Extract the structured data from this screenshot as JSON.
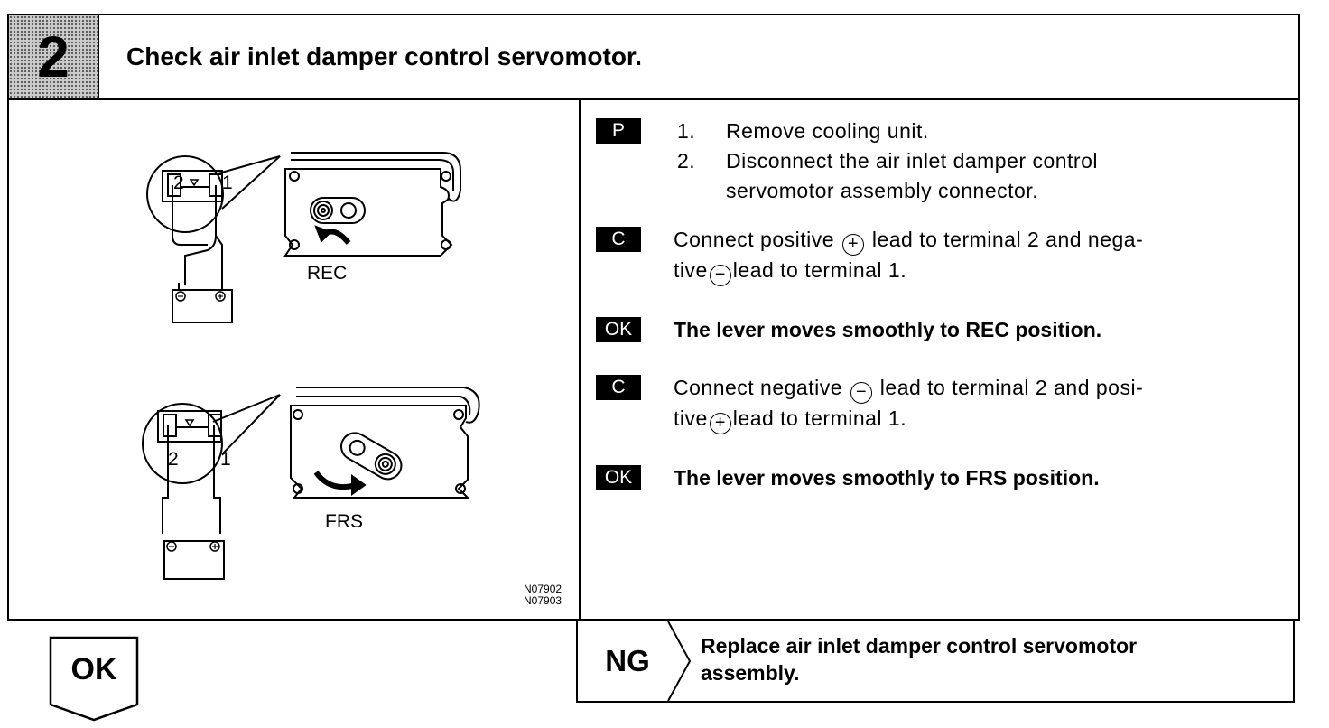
{
  "header": {
    "step_number": "2",
    "title": "Check air inlet damper control servomotor."
  },
  "figure": {
    "top_terminal_left": "2",
    "top_terminal_right": "1",
    "top_label": "REC",
    "bottom_terminal_left": "2",
    "bottom_terminal_right": "1",
    "bottom_label": "FRS",
    "code_1": "N07902",
    "code_2": "N07903"
  },
  "steps": [
    {
      "tag": "P",
      "lines": [
        {
          "n": "1.",
          "text": "Remove cooling unit."
        },
        {
          "n": "2.",
          "text": "Disconnect the air inlet damper control"
        },
        {
          "n": "",
          "text": "servomotor assembly connector."
        }
      ]
    },
    {
      "tag": "C",
      "line1_a": "Connect positive",
      "line1_sym": "+",
      "line1_b": "lead to terminal 2 and nega-",
      "line2_a": "tive",
      "line2_sym": "−",
      "line2_b": "lead to terminal 1."
    },
    {
      "tag": "OK",
      "text": "The lever moves smoothly to REC position."
    },
    {
      "tag": "C",
      "line1_a": "Connect negative",
      "line1_sym": "−",
      "line1_b": "lead to terminal 2 and posi-",
      "line2_a": "tive",
      "line2_sym": "+",
      "line2_b": "lead to terminal 1."
    },
    {
      "tag": "OK",
      "text": "The lever moves smoothly to FRS position."
    }
  ],
  "ok_result": {
    "label": "OK"
  },
  "ng_result": {
    "label": "NG",
    "line1": "Replace air inlet damper control servomotor",
    "line2": "assembly."
  }
}
